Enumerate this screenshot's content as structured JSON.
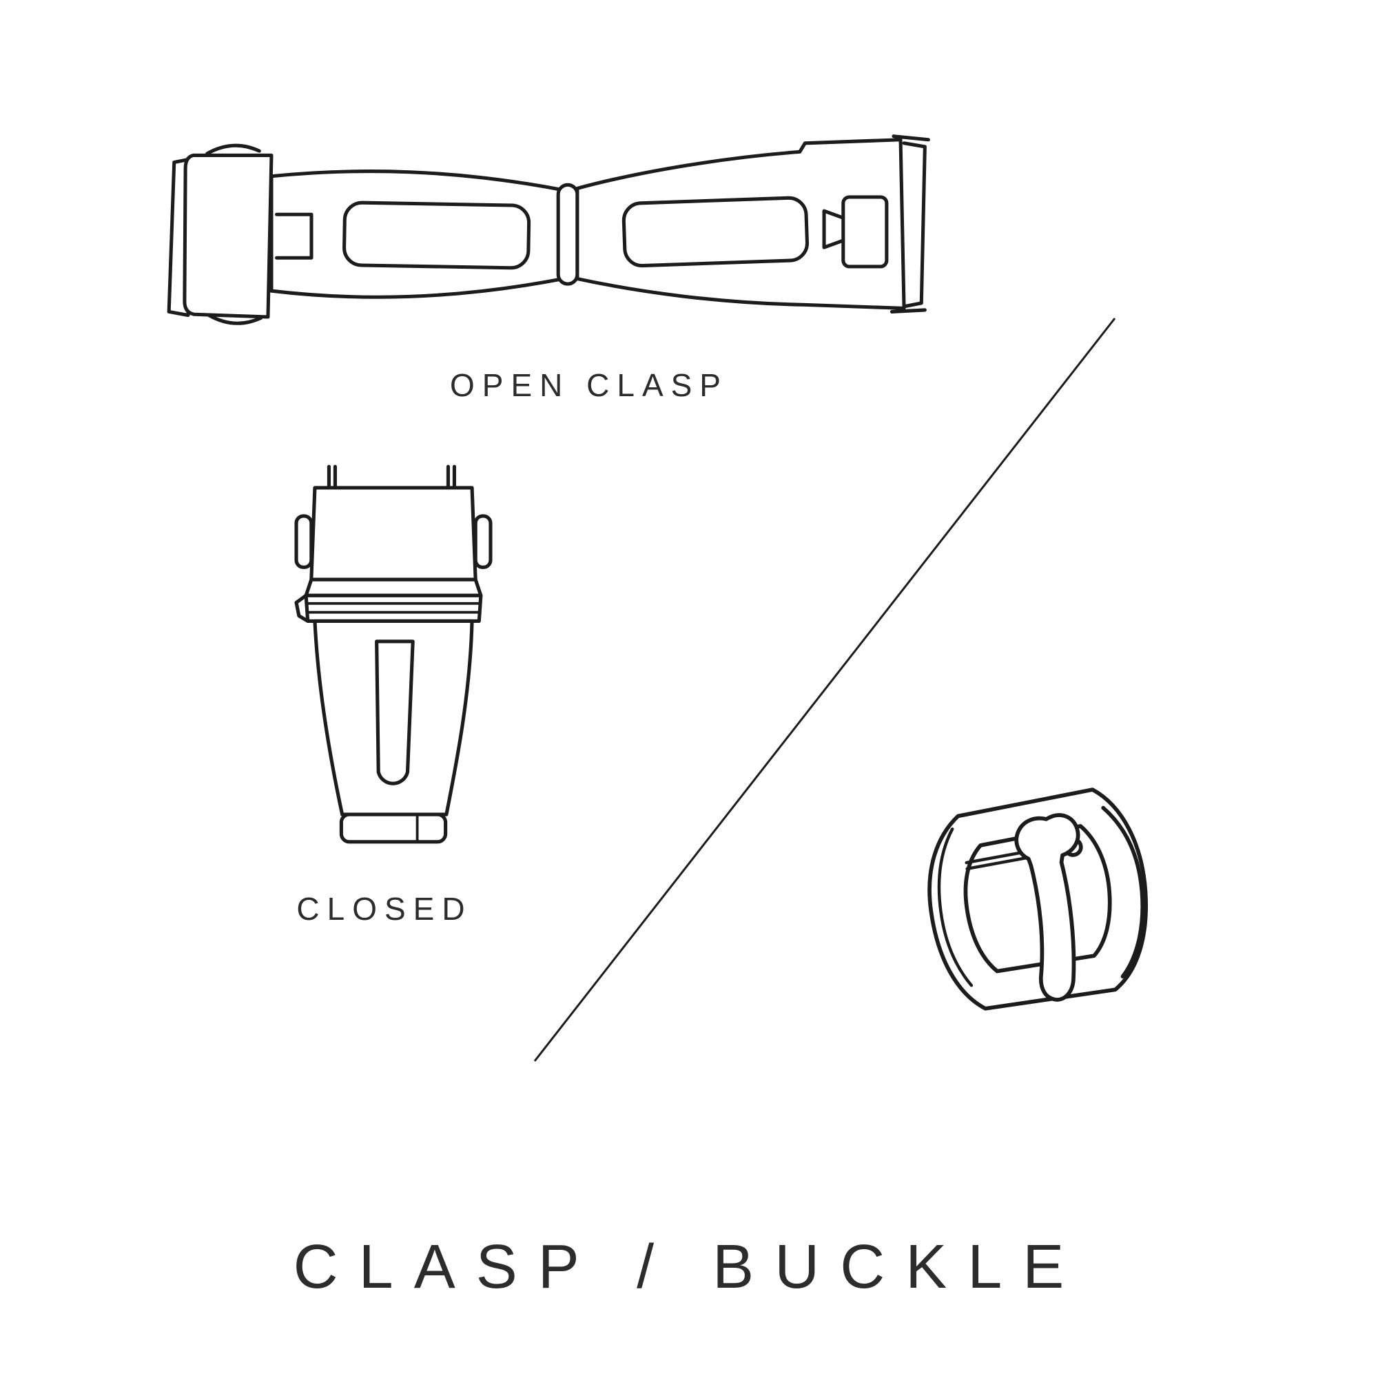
{
  "page": {
    "background_color": "#ffffff",
    "line_color": "#1c1c1c",
    "text_color": "#2c2c2c"
  },
  "diagram": {
    "title": "CLASP / BUCKLE",
    "figures": [
      {
        "id": "open-clasp",
        "label": "OPEN CLASP"
      },
      {
        "id": "closed-clasp",
        "label": "CLOSED"
      },
      {
        "id": "buckle",
        "label": ""
      }
    ]
  }
}
